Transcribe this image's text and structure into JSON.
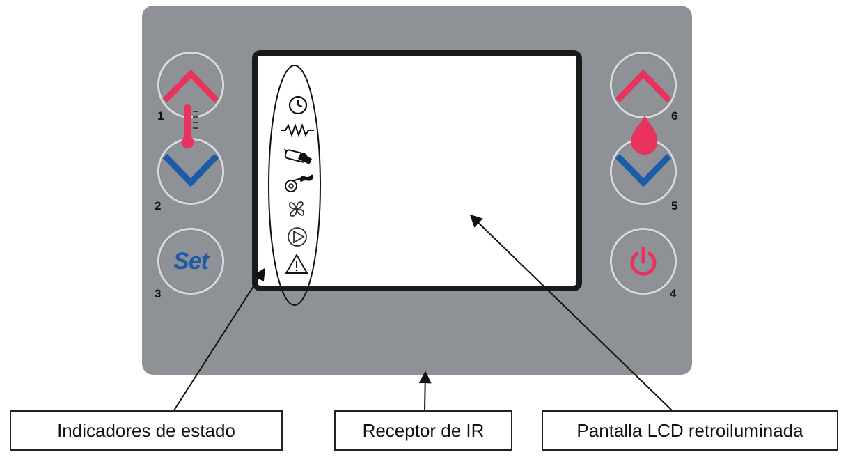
{
  "controls": {
    "left": [
      {
        "number": "1",
        "icon": "chevron-up-icon",
        "color": "#e8335f"
      },
      {
        "number": "2",
        "icon": "chevron-down-icon",
        "color": "#1d5aa8"
      },
      {
        "number": "3",
        "label": "Set",
        "color": "#1d5aa8"
      }
    ],
    "right": [
      {
        "number": "6",
        "icon": "chevron-up-icon",
        "color": "#e8335f"
      },
      {
        "number": "5",
        "icon": "chevron-down-icon",
        "color": "#1d5aa8"
      },
      {
        "number": "4",
        "icon": "power-icon",
        "color": "#e8335f"
      }
    ]
  },
  "status_icons": [
    "clock-icon",
    "resistance-icon",
    "fuel-loader-icon",
    "burner-icon",
    "fan-icon",
    "pump-icon",
    "warning-icon"
  ],
  "callouts": {
    "status": "Indicadores de estado",
    "ir": "Receptor de IR",
    "lcd": "Pantalla LCD retroiluminada"
  },
  "colors": {
    "panel": "#8e9196",
    "accent_red": "#e8335f",
    "accent_blue": "#1d5aa8"
  }
}
